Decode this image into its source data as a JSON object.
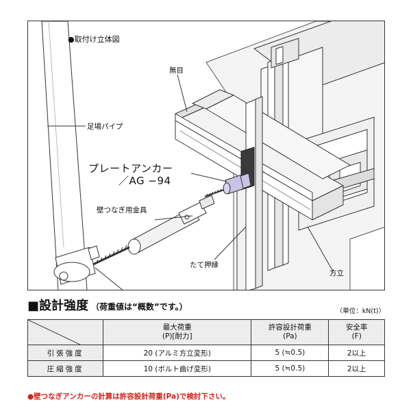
{
  "diagram": {
    "section_title": "●取付け立体図",
    "labels": {
      "mumoku": "無目",
      "pipe": "足場パイプ",
      "anchor_name": "プレートアンカー",
      "anchor_model": "／AG −94",
      "fitting": "壁つなぎ用金具",
      "tate_oshibuchi": "たて押縁",
      "hodate": "方立"
    }
  },
  "strength": {
    "heading": "■設計強度",
    "subheading": "（荷重値は“概数”です。）",
    "unit": "〈単位：kN(t)〉",
    "columns": [
      {
        "line1": "最大荷重",
        "line2": "(P)[耐力]"
      },
      {
        "line1": "許容設計荷重",
        "line2": "(Pa)"
      },
      {
        "line1": "安全率",
        "line2": "(F)"
      }
    ],
    "rows": [
      {
        "label": "引張強度",
        "max": "20 (アルミ方立変形)",
        "allow": "5 (≒0.5)",
        "safety": "2以上"
      },
      {
        "label": "圧縮強度",
        "max": "10 (ボルト曲げ変形)",
        "allow": "5 (≒0.5)",
        "safety": "2以上"
      }
    ],
    "note": "●壁つなぎアンカーの計算は許容設計荷重(Pa)で検討下さい。",
    "note_color": "#d0241b"
  }
}
